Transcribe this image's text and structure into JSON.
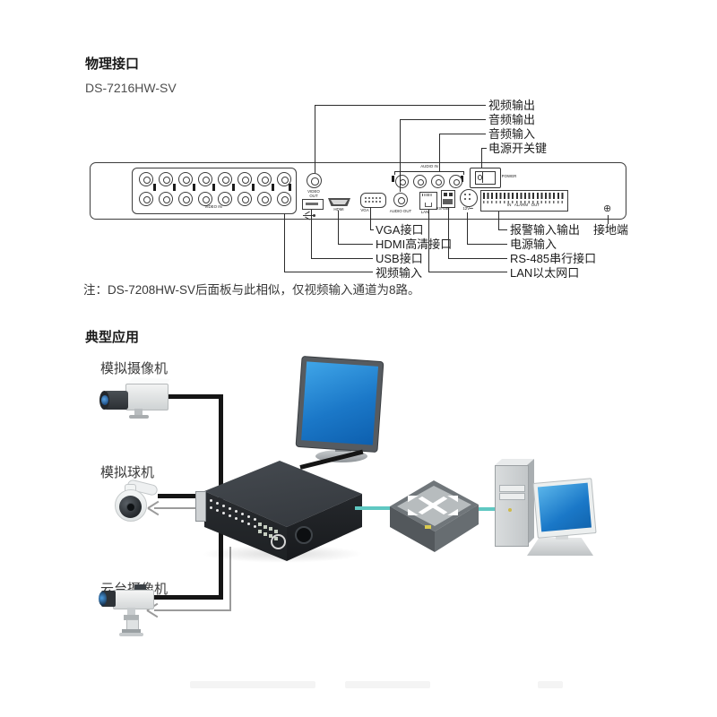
{
  "physical": {
    "title": "物理接口",
    "model": "DS-7216HW-SV",
    "note": "注：DS-7208HW-SV后面板与此相似，仅视频输入通道为8路。",
    "callouts": {
      "video_out": "视频输出",
      "audio_out": "音频输出",
      "audio_in": "音频输入",
      "power_switch": "电源开关键",
      "vga": "VGA接口",
      "hdmi": "HDMI高清接口",
      "usb": "USB接口",
      "video_in": "视频输入",
      "alarm_io": "报警输入输出",
      "ground": "接地端",
      "power_in": "电源输入",
      "rs485": "RS-485串行接口",
      "lan": "LAN以太网口"
    },
    "panel_labels": {
      "video_in": "VIDEO IN",
      "video_out_l1": "VIDEO",
      "video_out_l2": "OUT",
      "hdmi": "HDMI",
      "vga": "VGA",
      "audio_out": "AUDIO OUT",
      "audio_in": "AUDIO IN",
      "lan": "LAN",
      "rs485": "RS-485",
      "power_12v": "12V⎓",
      "power": "POWER",
      "alarm_row": "IN   ALARM   OUT"
    }
  },
  "application": {
    "title": "典型应用",
    "labels": {
      "analog_camera": "模拟摄像机",
      "analog_dome": "模拟球机",
      "ptz_camera": "云台摄像机"
    }
  },
  "icons": {
    "ground_screw": "⊕"
  },
  "colors": {
    "screen_blue": "#1b78c8",
    "cable_teal": "#5fc8c2",
    "line_black": "#151515",
    "line_gray": "#9b9b9b"
  }
}
